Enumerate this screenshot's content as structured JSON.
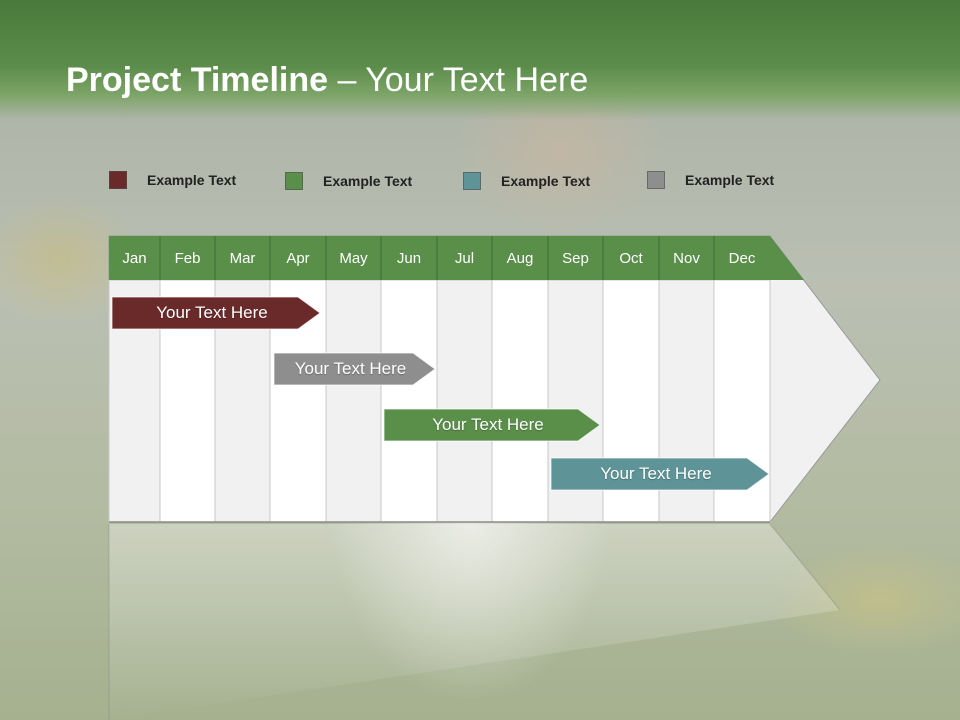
{
  "slide": {
    "title_bold": "Project Timeline",
    "title_rest": " – Your Text Here"
  },
  "legend": [
    {
      "label": "Example Text",
      "color": "#6b2a2a"
    },
    {
      "label": "Example Text",
      "color": "#5a8f4a"
    },
    {
      "label": "Example Text",
      "color": "#5e9497"
    },
    {
      "label": "Example Text",
      "color": "#8e8e8e"
    }
  ],
  "months": [
    "Jan",
    "Feb",
    "Mar",
    "Apr",
    "May",
    "Jun",
    "Jul",
    "Aug",
    "Sep",
    "Oct",
    "Nov",
    "Dec"
  ],
  "tasks": [
    {
      "label": "Your  Text Here",
      "color": "#6b2a2a"
    },
    {
      "label": "Your  Text Here",
      "color": "#8e8e8e"
    },
    {
      "label": "Your  Text Here",
      "color": "#5a8f4a"
    },
    {
      "label": "Your  Text Here",
      "color": "#5e9497"
    }
  ],
  "colors": {
    "header_green": "#5a8c4a",
    "month_bar": "#5a8f4a"
  }
}
